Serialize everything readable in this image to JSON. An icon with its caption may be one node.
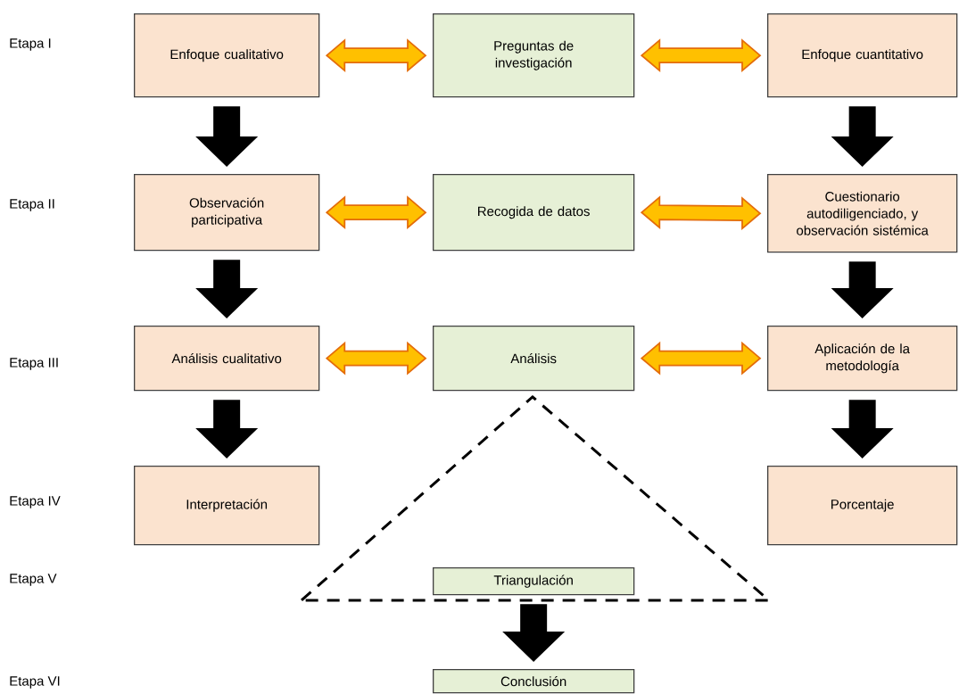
{
  "diagram": {
    "nodes": [
      {
        "text": [
          "Enfoque cualitativo"
        ]
      },
      {
        "text": [
          "Preguntas de investigación"
        ]
      },
      {
        "text": [
          "Enfoque cuantitativo"
        ]
      },
      {
        "text": [
          "Observación participativa"
        ]
      },
      {
        "text": [
          "Recogida de datos"
        ]
      },
      {
        "text": [
          "Cuestionario autodiligenciado, y observación sistémica"
        ]
      },
      {
        "text": [
          "Análisis cualitativo"
        ]
      },
      {
        "text": [
          "Análisis"
        ]
      },
      {
        "text": [
          "Aplicación de la metodología"
        ]
      },
      {
        "text": [
          "Interpretación"
        ]
      },
      {
        "text": [
          "Porcentaje"
        ]
      },
      {
        "text": [
          "Triangulación"
        ]
      },
      {
        "text": [
          "Conclusión"
        ]
      }
    ],
    "edges": [
      {
        "from": 0,
        "to": 1,
        "arrow": "both",
        "color": "#ffc000"
      },
      {
        "from": 1,
        "to": 2,
        "arrow": "both",
        "color": "#ffc000"
      },
      {
        "from": 3,
        "to": 4,
        "arrow": "both",
        "color": "#ffc000"
      },
      {
        "from": 4,
        "to": 5,
        "arrow": "both",
        "color": "#ffc000"
      },
      {
        "from": 6,
        "to": 7,
        "arrow": "both",
        "color": "#ffc000"
      },
      {
        "from": 7,
        "to": 8,
        "arrow": "both",
        "color": "#ffc000"
      },
      {
        "from": 0,
        "to": 3,
        "arrow": "to"
      },
      {
        "from": 3,
        "to": 6,
        "arrow": "to"
      },
      {
        "from": 6,
        "to": 9,
        "arrow": "to"
      },
      {
        "from": 2,
        "to": 5,
        "arrow": "to"
      },
      {
        "from": 5,
        "to": 8,
        "arrow": "to"
      },
      {
        "from": 8,
        "to": 10,
        "arrow": "to"
      },
      {
        "from": 11,
        "to": 12,
        "arrow": "to"
      }
    ],
    "labels": [
      "Etapa I",
      "Etapa II",
      "Etapa III",
      "Etapa IV",
      "Etapa V",
      "Etapa VI"
    ]
  }
}
